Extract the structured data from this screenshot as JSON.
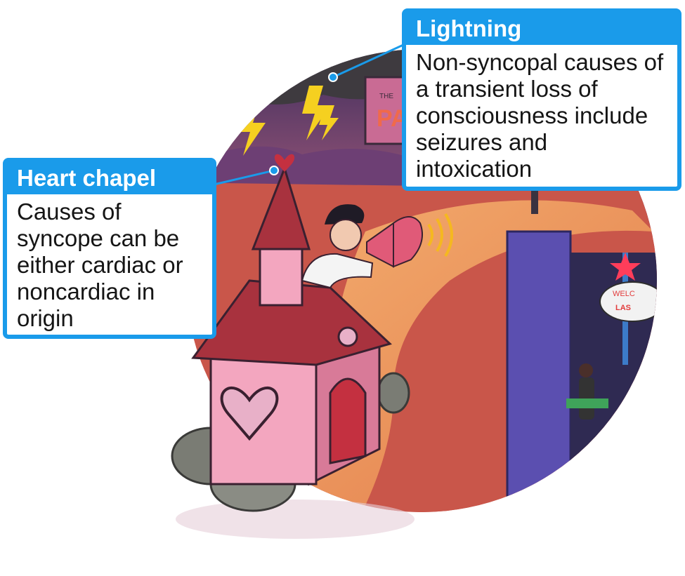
{
  "callouts": {
    "lightning": {
      "title": "Lightning",
      "body": "Non-syncopal causes of a transient loss of consciousness include seizures and intoxication"
    },
    "heart_chapel": {
      "title": "Heart chapel",
      "body": "Causes of syncope can be either cardiac or noncardiac in origin"
    }
  },
  "illustration": {
    "billboard_text": "PA",
    "billboard_small_text": "THE",
    "welcome_sign_text": "WELC",
    "welcome_sign_city": "LAS",
    "icons": [
      "lightning-icon",
      "heart-icon",
      "megaphone-icon",
      "star-icon"
    ]
  },
  "colors": {
    "accent": "#1a9bea",
    "sky_top": "#3b2d5c",
    "sky_bottom": "#f08a5a",
    "road": "#f0a060",
    "chapel_pink": "#f3a6bf",
    "roof_red": "#a8323e"
  }
}
